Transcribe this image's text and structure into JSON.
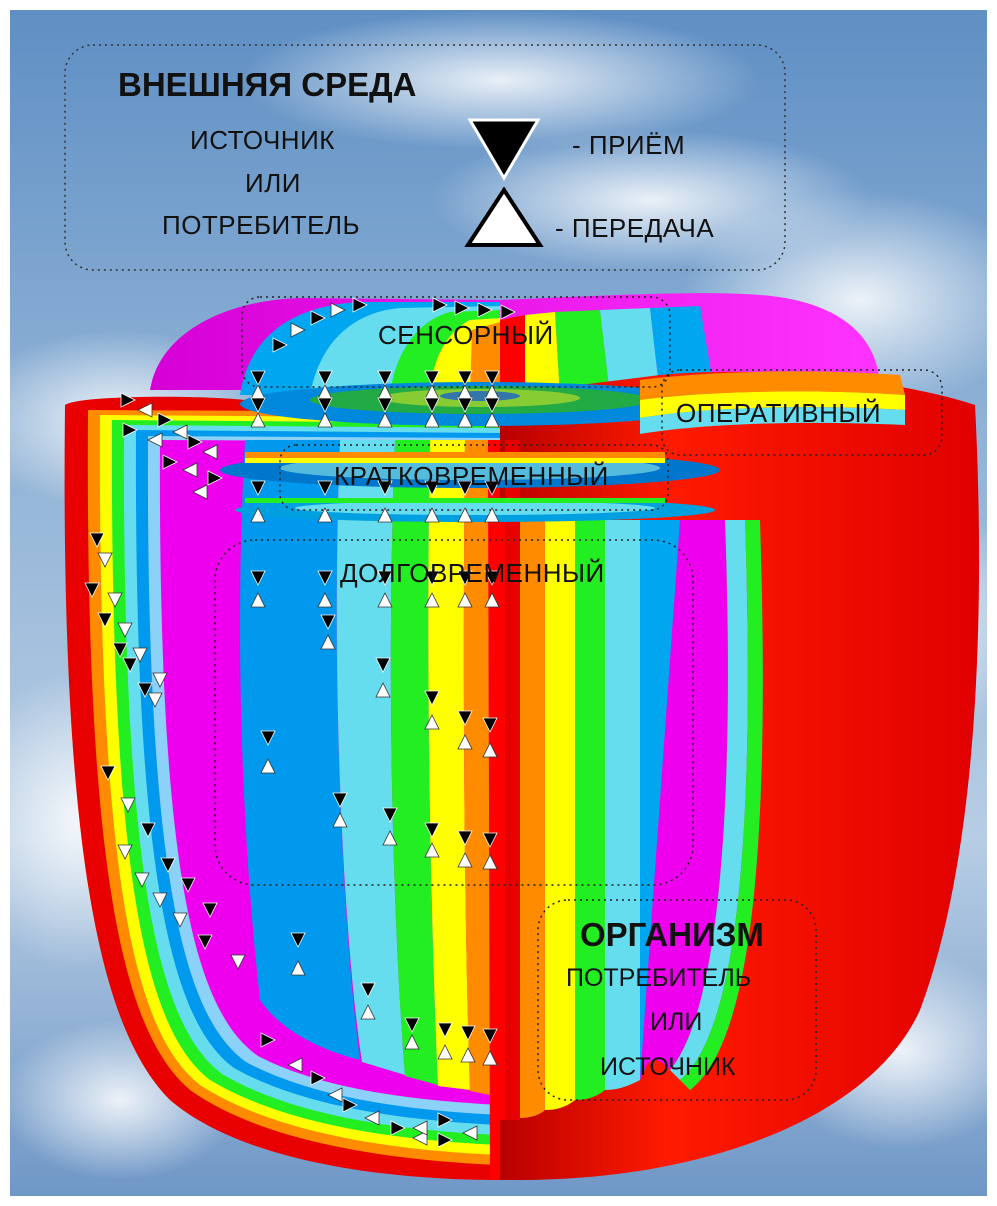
{
  "external": {
    "title": "ВНЕШНЯЯ СРЕДА",
    "line1": "ИСТОЧНИК",
    "line2": "ИЛИ",
    "line3": "ПОТРЕБИТЕЛЬ",
    "receive_label": "- ПРИЁМ",
    "transmit_label": "- ПЕРЕДАЧА",
    "receive_icon": "black-down-triangle",
    "transmit_icon": "white-up-triangle"
  },
  "memory_levels": {
    "sensory": "СЕНСОРНЫЙ",
    "operative": "ОПЕРАТИВНЫЙ",
    "short_term": "КРАТКОВРЕМЕННЫЙ",
    "long_term": "ДОЛГОВРЕМЕННЫЙ"
  },
  "organism": {
    "title": "ОРГАНИЗМ",
    "line1": "ПОТРЕБИТЕЛЬ",
    "line2": "ИЛИ",
    "line3": "ИСТОЧНИК"
  },
  "colors": {
    "red": "#ff0000",
    "orange": "#ff8c00",
    "yellow": "#ffff00",
    "green": "#22ee22",
    "cyan": "#66ddee",
    "blue": "#0099ee",
    "magenta": "#ee00ee",
    "sky": "#7fa8d0"
  }
}
